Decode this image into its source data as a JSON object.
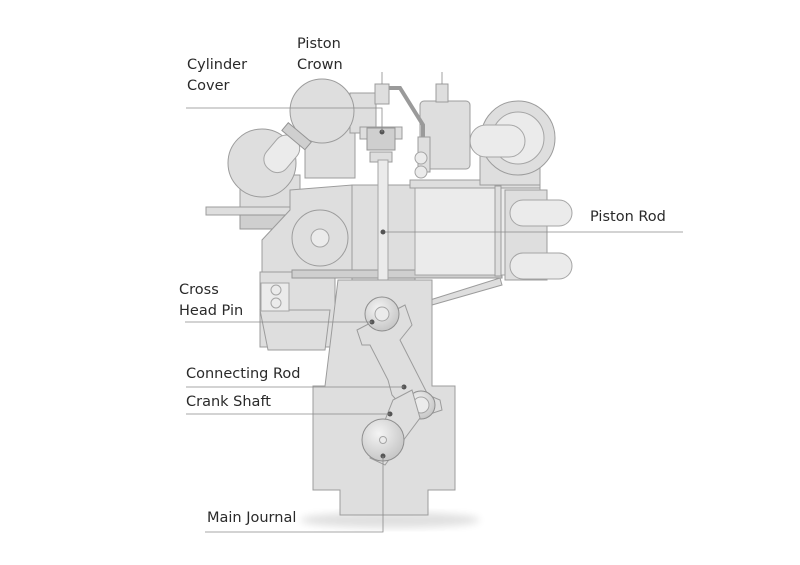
{
  "diagram": {
    "title_hidden": "",
    "labels": {
      "cylinder_cover": [
        "Cylinder",
        "Cover"
      ],
      "piston_crown": [
        "Piston",
        "Crown"
      ],
      "piston_rod": "Piston Rod",
      "cross_head_pin": [
        "Cross",
        "Head Pin"
      ],
      "connecting_rod": "Connecting Rod",
      "crank_shaft": "Crank Shaft",
      "main_journal": "Main Journal"
    },
    "colors": {
      "body": "#dedede",
      "outline": "#9c9c9c",
      "text": "#2a2a2a"
    }
  }
}
